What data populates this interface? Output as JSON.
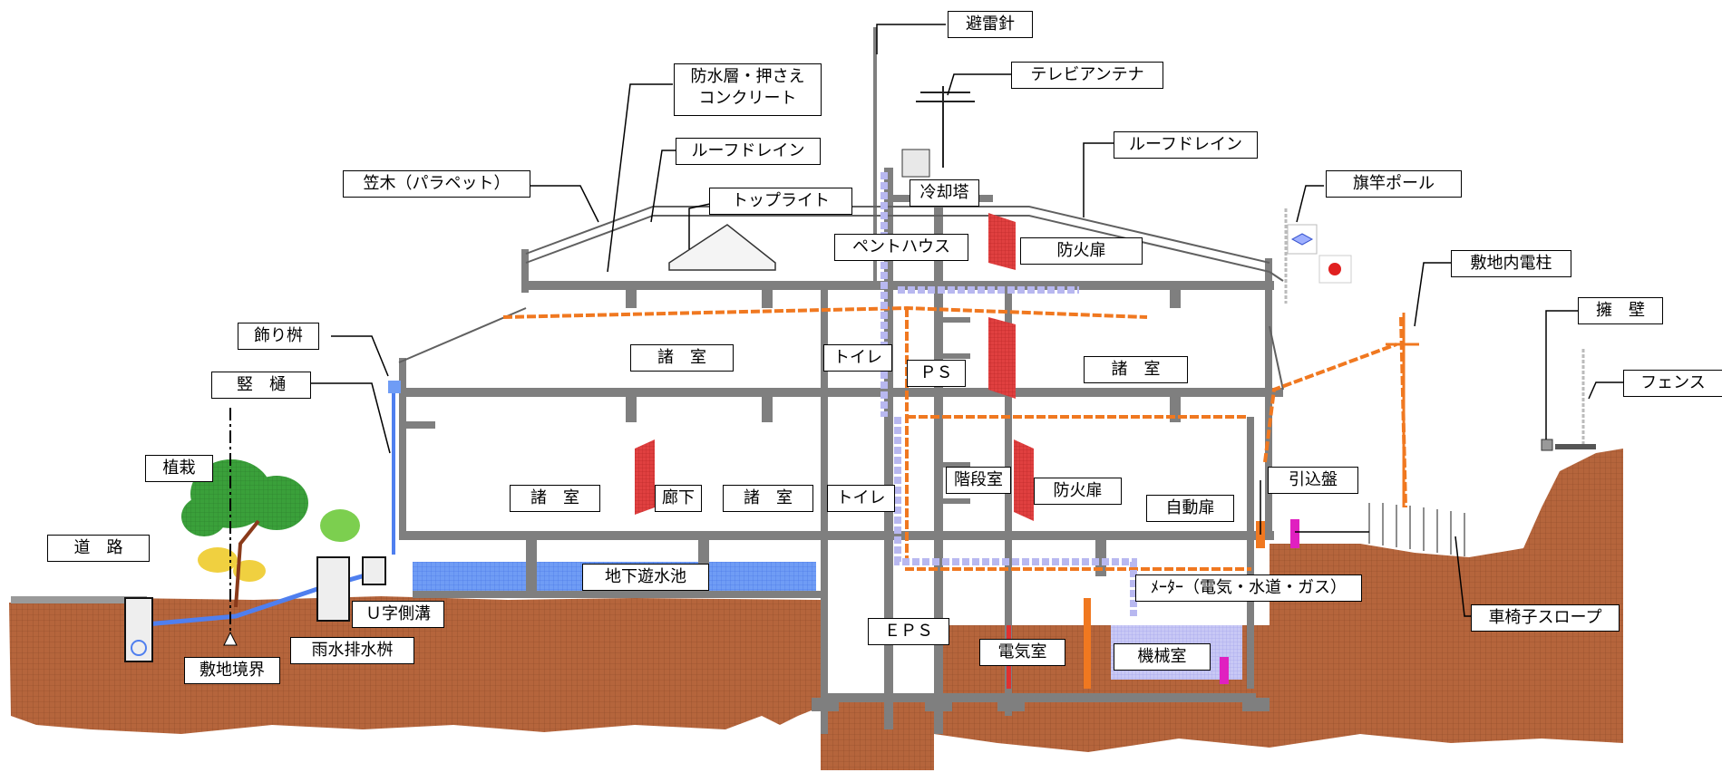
{
  "labels": {
    "lightning_rod": "避雷針",
    "tv_antenna": "テレビアンテナ",
    "waterproof_layer": "防水層・押さえ\nコンクリート",
    "roof_drain_left": "ルーフドレイン",
    "roof_drain_right": "ルーフドレイン",
    "coping": "笠木（パラペット）",
    "toplight": "トップライト",
    "cooling_tower": "冷却塔",
    "penthouse": "ペントハウス",
    "fire_door_top": "防火扉",
    "flagpole": "旗竿ポール",
    "site_pole": "敷地内電柱",
    "retaining_wall": "擁　壁",
    "fence": "フェンス",
    "decor_basin": "飾り桝",
    "downpipe": "竪　樋",
    "rooms_upper_left": "諸　室",
    "toilet_upper": "トイレ",
    "ps": "ＰＳ",
    "rooms_upper_right": "諸　室",
    "planting": "植栽",
    "rooms_lower_left": "諸　室",
    "corridor": "廊下",
    "rooms_lower_mid": "諸　室",
    "toilet_lower": "トイレ",
    "stair_room": "階段室",
    "fire_door_mid": "防火扉",
    "auto_door": "自動扉",
    "service_panel": "引込盤",
    "road": "道　路",
    "underground_pond": "地下遊水池",
    "meter": "ﾒｰﾀｰ（電気・水道・ガス）",
    "u_gutter": "Ｕ字側溝",
    "rain_basin": "雨水排水桝",
    "site_boundary": "敷地境界",
    "eps": "ＥＰＳ",
    "electric_room": "電気室",
    "machine_room": "機械室",
    "wheelchair_slope": "車椅子スロープ"
  },
  "colors": {
    "soil": "#b5653c",
    "concrete": "#808080",
    "pipe_orange": "#f07820",
    "water_blue": "#4f7fef",
    "duct_lavender": "#b8b8f0",
    "fire_red": "#e03030",
    "tree_green": "#3a9a3a",
    "magenta": "#e020c0"
  }
}
